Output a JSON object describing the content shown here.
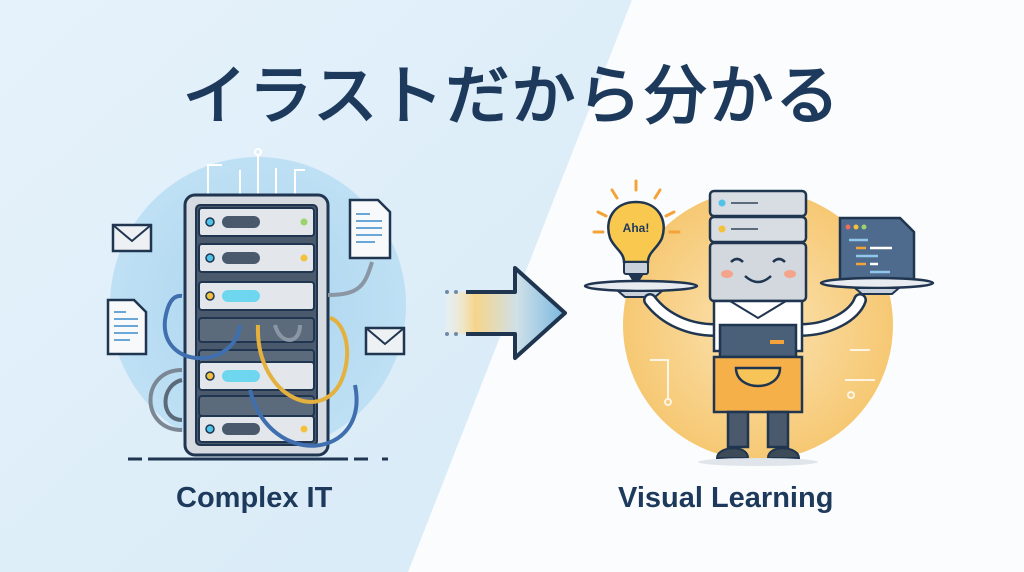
{
  "title": "イラストだから分かる",
  "left_panel": {
    "caption": "Complex IT",
    "theme_color": "#dceef9",
    "icons": [
      "server-rack-icon",
      "envelope-icon",
      "document-icon",
      "cable-icon"
    ]
  },
  "arrow": {
    "icon": "right-arrow-icon",
    "gradient_colors": [
      "#f6d58a",
      "#7ab8e0"
    ]
  },
  "right_panel": {
    "caption": "Visual Learning",
    "bulb_text": "Aha!",
    "theme_color": "#f7c870",
    "icons": [
      "lightbulb-icon",
      "server-waiter-icon",
      "tray-icon",
      "code-document-icon"
    ]
  },
  "colors": {
    "text": "#1d3a5c",
    "outline": "#1f3550",
    "accent_blue": "#4fc3e8",
    "accent_orange": "#f3a33a"
  }
}
